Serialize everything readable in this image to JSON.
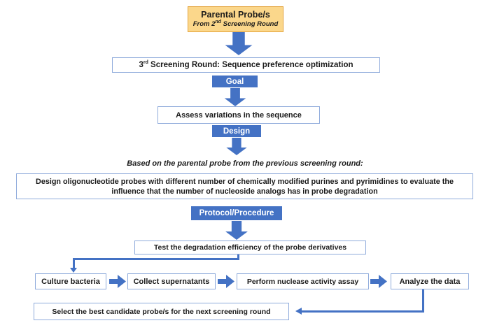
{
  "parental_box": {
    "title": "Parental Probe/s",
    "subtitle_pre": "From 2",
    "subtitle_sup": "nd",
    "subtitle_post": " Screening Round"
  },
  "round_box": {
    "pre": "3",
    "sup": "rd",
    "post": " Screening Round: Sequence preference optimization"
  },
  "badges": {
    "goal": "Goal",
    "design": "Design",
    "protocol": "Protocol/Procedure"
  },
  "nodes": {
    "assess": "Assess variations in the sequence",
    "based_on_note": "Based on the parental probe from the previous screening round:",
    "design_probes_line1": "Design oligonucleotide probes with different number of chemically modified purines and pyrimidines to evaluate the",
    "design_probes_line2": "influence that the number of nucleoside analogs has in probe degradation",
    "test": "Test the degradation efficiency of the probe derivatives",
    "select": "Select the best candidate probe/s for the next screening round"
  },
  "steps": [
    "Culture bacteria",
    "Collect supernatants",
    "Perform nuclease activity assay",
    "Analyze the data"
  ],
  "colors": {
    "accent_blue": "#4472C4",
    "box_border": "#8EAADB",
    "gold_fill": "#FBD78B",
    "gold_border": "#E3A33C",
    "text": "#1A1A1A"
  }
}
